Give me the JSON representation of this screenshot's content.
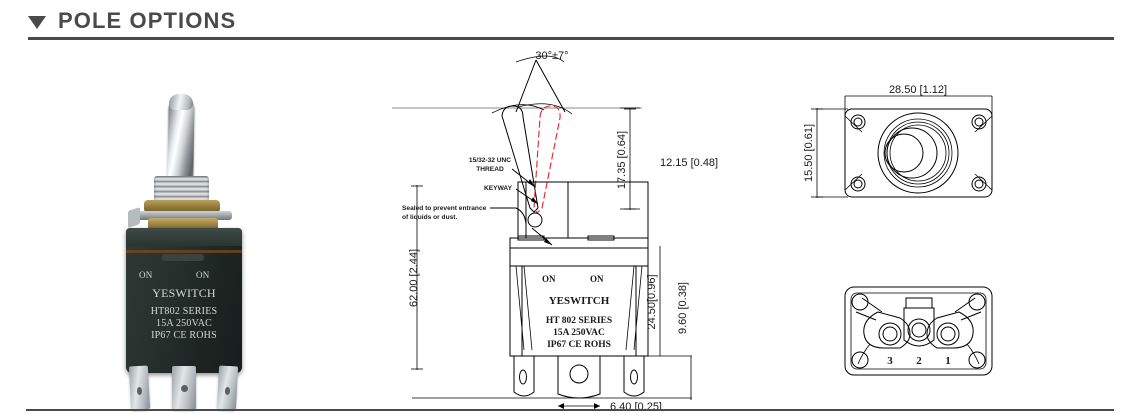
{
  "header": {
    "caret_icon": "caret-down-icon",
    "title": "POLE OPTIONS"
  },
  "photo": {
    "label": "toggle-switch-photograph",
    "markings": {
      "on_left": "ON",
      "on_right": "ON",
      "brand": "YESWITCH",
      "line1": "HT802 SERIES",
      "line2": "15A    250VAC",
      "line3": "IP67 CE ROHS"
    }
  },
  "front_view": {
    "angle_dim": "30°±7°",
    "callout_thread": "15/32-32 UNC",
    "callout_thread2": "THREAD",
    "callout_keyway": "KEYWAY",
    "callout_seal1": "Sealed to prevent entrance",
    "callout_seal2": "of liquids or dust.",
    "dim_height_total": "62.00 [2.44]",
    "dim_toggle": "17.35 [0.64]",
    "dim_width_body": "12.15  [0.48]",
    "dim_body_height": "24.50[0.96]",
    "dim_terminal": "9.60  [0.38]",
    "dim_terminal_width": "6.40  [0.25]",
    "body_markings": {
      "on_left": "ON",
      "on_right": "ON",
      "brand": "YESWITCH",
      "line1": "HT 802 SERIES",
      "line2": "15A    250VAC",
      "line3": "IP67 CE ROHS"
    }
  },
  "top_view": {
    "dim_width": "28.50  [1.12]",
    "dim_height": "15.50 [0.61]"
  },
  "bottom_view": {
    "terminal_labels": [
      "3",
      "2",
      "1"
    ]
  },
  "colors": {
    "rule": "#4a4a4a",
    "title": "#4a4a4a",
    "line": "#000000",
    "accent_red": "#e8202a"
  }
}
